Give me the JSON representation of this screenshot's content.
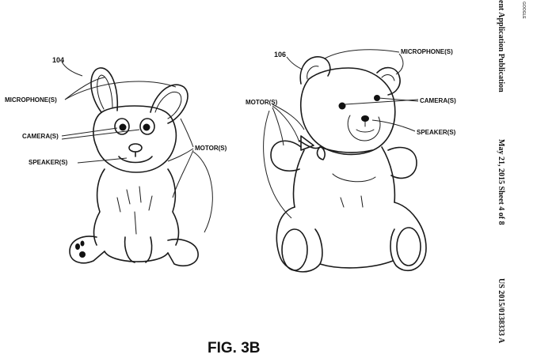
{
  "figure": {
    "caption": "FIG. 3B"
  },
  "header": {
    "publication": "ent Application Publication",
    "date_sheet": "May 21, 2015  Sheet 4 of 8",
    "number": "US 2015/0138333 A",
    "corner_mark": "GOOGLE"
  },
  "rabbit": {
    "ref": "104",
    "labels": {
      "microphone": "MICROPHONE(S)",
      "camera": "CAMERA(S)",
      "speaker": "SPEAKER(S)",
      "motor": "MOTOR(S)"
    }
  },
  "bear": {
    "ref": "106",
    "labels": {
      "microphone": "MICROPHONE(S)",
      "camera": "CAMERA(S)",
      "speaker": "SPEAKER(S)",
      "motor": "MOTOR(S)"
    }
  }
}
